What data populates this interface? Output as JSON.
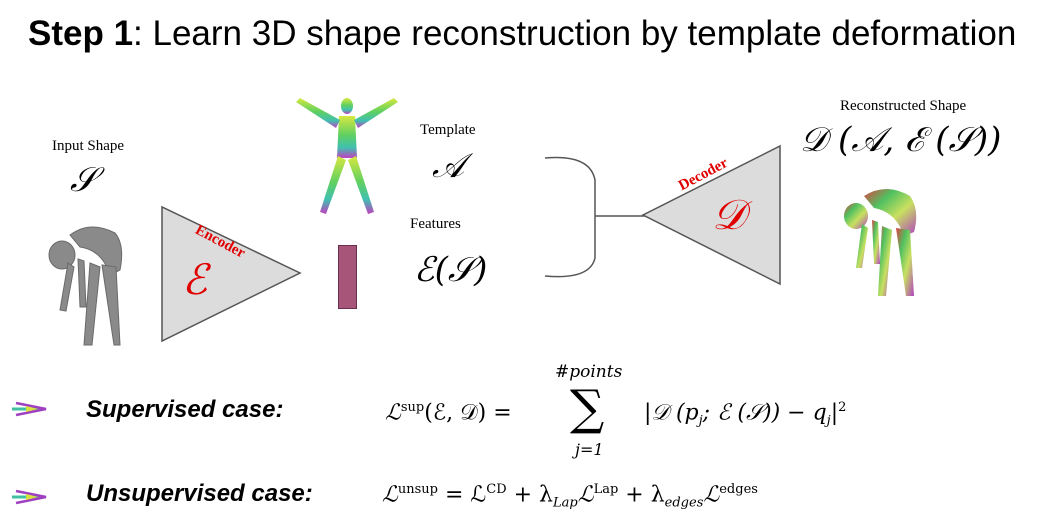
{
  "title": {
    "bold": "Step 1",
    "rest": ": Learn 3D shape reconstruction by template deformation"
  },
  "input": {
    "label": "Input Shape",
    "symbol": "𝒮"
  },
  "template": {
    "label": "Template",
    "symbol": "𝒜"
  },
  "features": {
    "label": "Features",
    "symbol": "ℰ(𝒮)"
  },
  "encoder": {
    "label": "Encoder",
    "symbol": "ℰ"
  },
  "decoder": {
    "label": "Decoder",
    "symbol": "𝒟"
  },
  "reconstructed": {
    "label": "Reconstructed Shape",
    "symbol": "𝒟 (𝒜, ℰ (𝒮))"
  },
  "supervised": {
    "title": "Supervised case:",
    "lhs": "ℒ",
    "lhs_sup": "sup",
    "lhs_args": "(ℰ, 𝒟) =",
    "sum_top": "#points",
    "sum_sign": "∑",
    "sum_bottom": "j=1",
    "rhs": "|𝒟 (p",
    "rhs_sub": "j",
    "rhs_mid": "; ℰ (𝒮)) − q",
    "rhs_sub2": "j",
    "rhs_end": "|",
    "rhs_sup": "2"
  },
  "unsupervised": {
    "title": "Unsupervised case:",
    "l1": "ℒ",
    "l1_sup": "unsup",
    "eq": " = ℒ",
    "cd_sup": "CD",
    "plus1": " + λ",
    "lap_sub": "Lap",
    "l2": "ℒ",
    "lap_sup": "Lap",
    "plus2": " + λ",
    "edges_sub": "edges",
    "l3": "ℒ",
    "edges_sup": "edges"
  },
  "colors": {
    "block_fill": "#dcdcdc",
    "block_stroke": "#555555",
    "feature_bar": "#a8557a",
    "red": "#e00000"
  }
}
